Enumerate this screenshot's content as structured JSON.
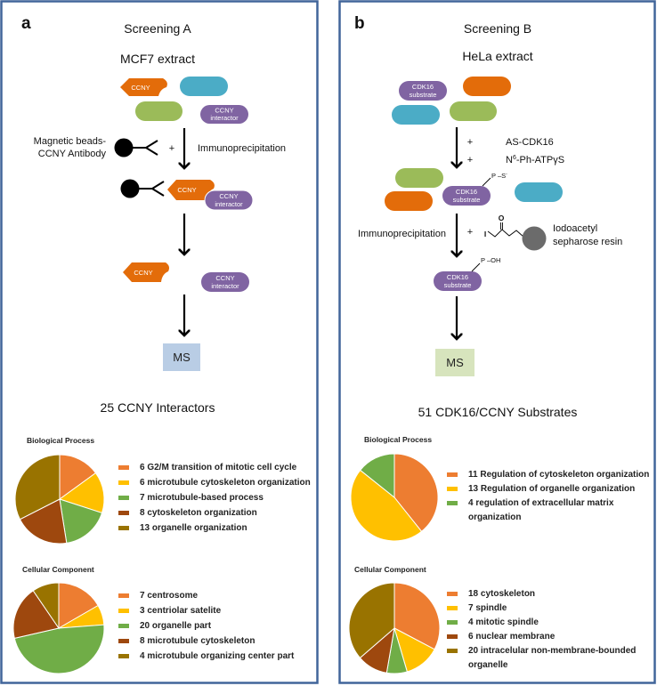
{
  "colors": {
    "panel_border": "#41659a",
    "orange": "#e36c0a",
    "blue": "#4bacc6",
    "green": "#9bbb59",
    "purple": "#8064a2",
    "ms_a": "#b9cde5",
    "ms_b": "#d7e4bd",
    "resin": "#6b6b6b"
  },
  "panel_a": {
    "letter": "a",
    "title": "Screening A",
    "extract": "MCF7 extract",
    "ccny_label": "CCNY",
    "interactor_line1": "CCNY",
    "interactor_line2": "interactor",
    "beads_line1": "Magnetic beads-",
    "beads_line2": "CCNY Antibody",
    "plus": "+",
    "step_label": "Immunoprecipitation",
    "ms_label": "MS",
    "result": "25 CCNY Interactors"
  },
  "panel_b": {
    "letter": "b",
    "title": "Screening B",
    "extract": "HeLa extract",
    "substrate_line1": "CDK16",
    "substrate_line2": "substrate",
    "plus": "+",
    "reagent1": "AS-CDK16",
    "reagent2_pre": "N",
    "reagent2_sup": "6",
    "reagent2_post": "-Ph-ATPγS",
    "thiophosphate": "P –S",
    "thiophosphate_sup": "-",
    "phosphate": "P –OH",
    "step_label": "Immunoprecipitation",
    "chem_iodine": "I",
    "chem_oxygen": "O",
    "resin_line1": "Iodoacetyl",
    "resin_line2": "sepharose resin",
    "ms_label": "MS",
    "result": "51 CDK16/CCNY Substrates"
  },
  "chart_data": [
    {
      "type": "pie",
      "panel": "a",
      "title": "Biological Process",
      "categories": [
        "G2/M transition of mitotic cell cycle",
        "microtubule cytoskeleton organization",
        "microtubule-based process",
        "cytoskeleton organization",
        "organelle organization"
      ],
      "values": [
        6,
        6,
        7,
        8,
        13
      ],
      "legend": [
        "6 G2/M transition of mitotic cell cycle",
        "6 microtubule cytoskeleton organization",
        "7 microtubule-based process",
        "8 cytoskeleton organization",
        "13 organelle organization"
      ],
      "colors": [
        "#ed7d31",
        "#ffc000",
        "#70ad47",
        "#9e480e",
        "#997300"
      ],
      "legend_position": "right"
    },
    {
      "type": "pie",
      "panel": "a",
      "title": "Cellular Component",
      "categories": [
        "centrosome",
        "centriolar satelite",
        "organelle part",
        "microtubule cytoskeleton",
        "microtubule organizing center part"
      ],
      "values": [
        7,
        3,
        20,
        8,
        4
      ],
      "legend": [
        "7 centrosome",
        "3 centriolar satelite",
        "20 organelle part",
        "8 microtubule cytoskeleton",
        "4 microtubule organizing center part"
      ],
      "colors": [
        "#ed7d31",
        "#ffc000",
        "#70ad47",
        "#9e480e",
        "#997300"
      ],
      "legend_position": "right"
    },
    {
      "type": "pie",
      "panel": "b",
      "title": "Biological Process",
      "categories": [
        "Regulation of cytoskeleton organization",
        "Regulation of organelle organization",
        "regulation of extracellular matrix organization"
      ],
      "values": [
        11,
        13,
        4
      ],
      "legend": [
        "11 Regulation of cytoskeleton organization",
        "13 Regulation of organelle organization",
        "4 regulation of extracellular matrix",
        "organization"
      ],
      "colors": [
        "#ed7d31",
        "#ffc000",
        "#70ad47"
      ],
      "legend_position": "right"
    },
    {
      "type": "pie",
      "panel": "b",
      "title": "Cellular Component",
      "categories": [
        "cytoskeleton",
        "spindle",
        "mitotic spindle",
        "nuclear membrane",
        "intracelular non-membrane-bounded organelle"
      ],
      "values": [
        18,
        7,
        4,
        6,
        20
      ],
      "legend": [
        "18 cytoskeleton",
        "7 spindle",
        "4 mitotic spindle",
        "6 nuclear membrane",
        "20 intracelular non-membrane-bounded",
        "organelle"
      ],
      "colors": [
        "#ed7d31",
        "#ffc000",
        "#70ad47",
        "#9e480e",
        "#997300"
      ],
      "legend_position": "right"
    }
  ]
}
